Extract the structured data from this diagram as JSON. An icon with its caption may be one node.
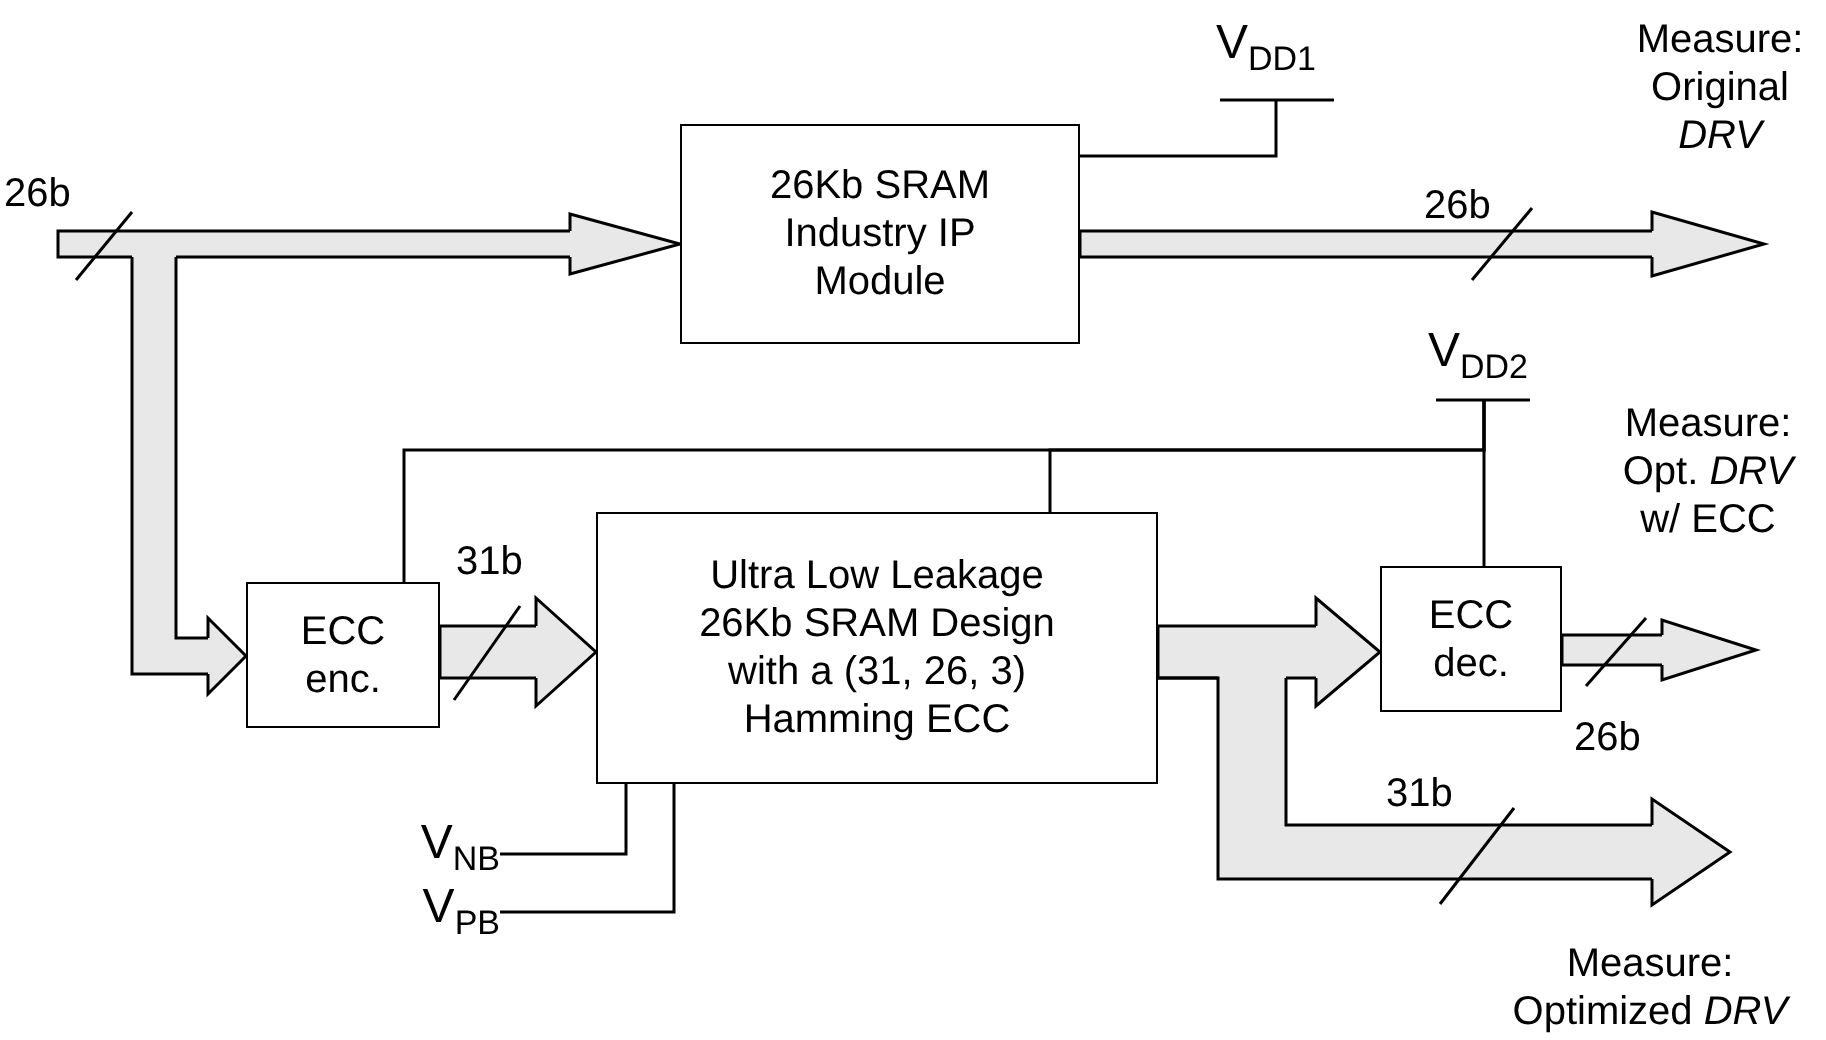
{
  "diagram": {
    "nodes": [
      {
        "text": [
          "26Kb SRAM Industry IP Module"
        ]
      },
      {
        "text": [
          "ECC enc."
        ]
      },
      {
        "text": [
          "Ultra Low Leakage 26Kb SRAM Design with a (31, 26, 3) Hamming ECC"
        ]
      },
      {
        "text": [
          "ECC dec."
        ]
      },
      {
        "text": [
          "V$_{DD1}$"
        ]
      },
      {
        "text": [
          "V$_{DD2}$"
        ]
      },
      {
        "text": [
          "V$_{NB}$"
        ]
      },
      {
        "text": [
          "V$_{PB}$"
        ]
      },
      {
        "text": [
          "Measure: Original *DRV*"
        ]
      },
      {
        "text": [
          "Measure: Opt. *DRV* w/ ECC"
        ]
      },
      {
        "text": [
          "Measure: Optimized *DRV*"
        ]
      }
    ],
    "edges": [
      {
        "from": null,
        "to": 0,
        "arrow": "to",
        "label": "26b"
      },
      {
        "from": null,
        "to": 1,
        "arrow": "to"
      },
      {
        "from": 1,
        "to": 2,
        "arrow": "to",
        "label": "31b"
      },
      {
        "from": 0,
        "to": 8,
        "arrow": "to",
        "label": "26b"
      },
      {
        "from": 2,
        "to": 3,
        "arrow": "to"
      },
      {
        "from": 3,
        "to": 9,
        "arrow": "to",
        "label": "26b"
      },
      {
        "from": 2,
        "to": 10,
        "arrow": "to",
        "label": "31b"
      },
      {
        "from": 4,
        "to": 0,
        "arrow": "none"
      },
      {
        "from": 5,
        "to": 3,
        "arrow": "none"
      },
      {
        "from": 5,
        "to": 1,
        "arrow": "none"
      },
      {
        "from": 5,
        "to": 2,
        "arrow": "none"
      },
      {
        "from": 6,
        "to": 2,
        "arrow": "none"
      },
      {
        "from": 7,
        "to": 2,
        "arrow": "none"
      }
    ]
  }
}
